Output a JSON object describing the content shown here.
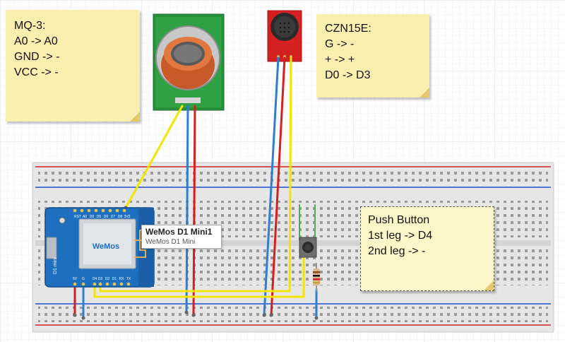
{
  "notes": {
    "mq3": {
      "lines": [
        "MQ-3:",
        "A0 -> A0",
        "GND ->  -",
        "VCC ->  -"
      ]
    },
    "czn15e": {
      "lines": [
        "CZN15E:",
        "G ->  -",
        "+ -> +",
        "D0 -> D3"
      ]
    },
    "push_button": {
      "lines": [
        "Push Button",
        "1st leg -> D4",
        "2nd leg ->  -"
      ]
    }
  },
  "board": {
    "label_title": "WeMos D1 Mini1",
    "label_subtitle": "WeMos D1 Mini",
    "pin_labels_top": [
      "RST",
      "A0",
      "D0",
      "D5",
      "D6",
      "D7",
      "D8",
      "3V3"
    ],
    "pin_labels_bottom": [
      "5V",
      "G",
      "D4",
      "D3",
      "D2",
      "D1",
      "RX",
      "TX"
    ],
    "brand_text": "WeMos",
    "model_text": "D1 mini"
  },
  "wire_colors": {
    "signal": "#f2e600",
    "ground": "#2f7fd0",
    "power": "#d42020"
  },
  "icons": {
    "sensor_mq3": "gas-sensor-icon",
    "mic_module": "microphone-module-icon",
    "button": "push-button-icon",
    "resistor": "resistor-icon"
  }
}
